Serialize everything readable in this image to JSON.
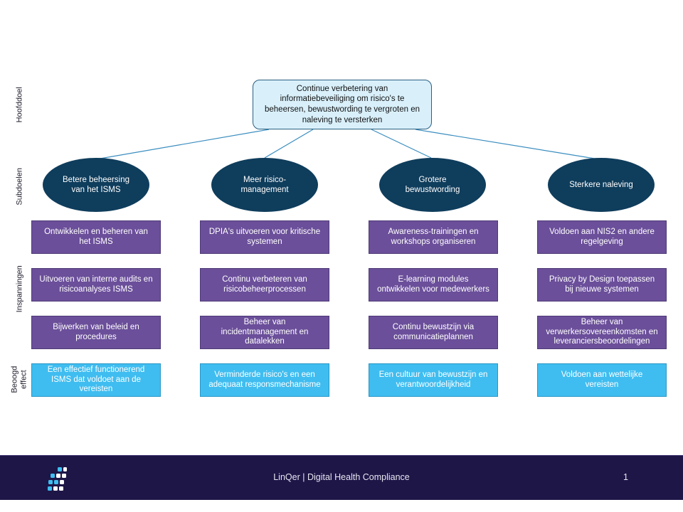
{
  "row_labels": {
    "hoofddoel": "Hoofddoel",
    "subdoelen": "Subdoelen",
    "inspanningen": "Inspanningen",
    "beoogd_effect_line1": "Beoogd",
    "beoogd_effect_line2": "effect"
  },
  "main_goal": "Continue verbetering van informatiebeveiliging om risico's te beheersen, bewustwording te vergroten en naleving te versterken",
  "subgoals": [
    "Betere beheersing van het ISMS",
    "Meer risico-management",
    "Grotere bewustwording",
    "Sterkere naleving"
  ],
  "efforts": [
    [
      "Ontwikkelen en beheren van het ISMS",
      "Uitvoeren van interne audits en risicoanalyses ISMS",
      "Bijwerken van beleid en procedures"
    ],
    [
      "DPIA's uitvoeren voor kritische systemen",
      "Continu verbeteren van risicobeheerprocessen",
      "Beheer van incidentmanagement en datalekken"
    ],
    [
      "Awareness-trainingen en workshops organiseren",
      "E-learning modules ontwikkelen voor medewerkers",
      "Continu bewustzijn via communicatieplannen"
    ],
    [
      "Voldoen aan NIS2 en andere regelgeving",
      "Privacy by Design toepassen bij nieuwe systemen",
      "Beheer van verwerkersovereenkomsten en leveranciersbeoordelingen"
    ]
  ],
  "effects": [
    "Een effectief functionerend ISMS dat voldoet aan de vereisten",
    "Verminderde risico's en een adequaat responsmechanisme",
    "Een cultuur van bewustzijn en verantwoordelijkheid",
    "Voldoen aan wettelijke vereisten"
  ],
  "footer": {
    "text": "LinQer | Digital Health Compliance",
    "page_number": "1"
  },
  "colors": {
    "goal_fill": "#d9f0fb",
    "subgoal_fill": "#0f3d5c",
    "effort_fill": "#6b4f9a",
    "effect_fill": "#3fbdf0",
    "footer_bg": "#1e1647",
    "connector": "#3a8dbf"
  }
}
